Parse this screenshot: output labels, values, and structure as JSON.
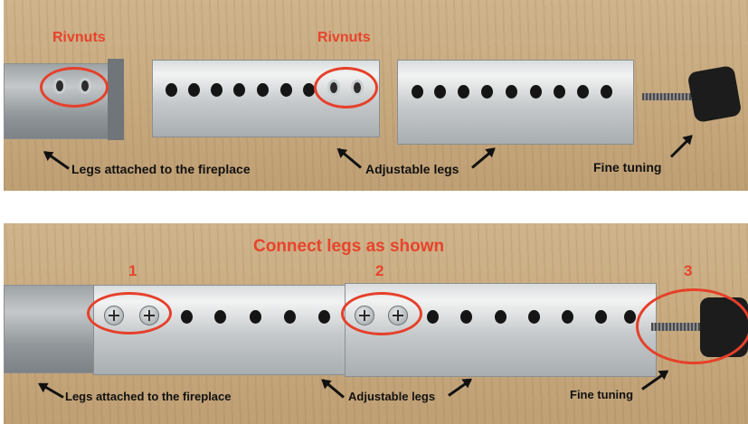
{
  "top_photo": {
    "rivnuts_left": "Rivnuts",
    "rivnuts_right": "Rivnuts",
    "legs_attached": "Legs attached to the fireplace",
    "adjustable_legs": "Adjustable legs",
    "fine_tuning": "Fine tuning"
  },
  "bottom_photo": {
    "title": "Connect legs as shown",
    "step1": "1",
    "step2": "2",
    "step3": "3",
    "legs_attached": "Legs attached to the fireplace",
    "adjustable_legs": "Adjustable legs",
    "fine_tuning": "Fine tuning"
  },
  "colors": {
    "callout": "#e6402a",
    "background_wood": "#c9ab80",
    "metal": "#c5c9cb"
  }
}
